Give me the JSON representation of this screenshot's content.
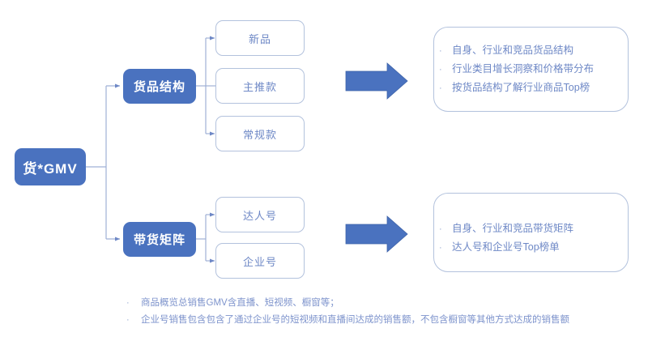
{
  "diagram": {
    "root": {
      "label": "货*GMV"
    },
    "branches": [
      {
        "label": "货品结构",
        "children": [
          {
            "label": "新品"
          },
          {
            "label": "主推款"
          },
          {
            "label": "常规款"
          }
        ],
        "arrow": "block-arrow-right",
        "panel": {
          "items": [
            "自身、行业和竞品货品结构",
            "行业类目增长洞察和价格带分布",
            "按货品结构了解行业商品Top榜"
          ]
        }
      },
      {
        "label": "带货矩阵",
        "children": [
          {
            "label": "达人号"
          },
          {
            "label": "企业号"
          }
        ],
        "arrow": "block-arrow-right",
        "panel": {
          "items": [
            "自身、行业和竞品带货矩阵",
            "达人号和企业号Top榜单"
          ]
        }
      }
    ]
  },
  "footnotes": [
    "商品概览总销售GMV含直播、短视频、橱窗等；",
    "企业号销售包含包含了通过企业号的短视频和直播间达成的销售额，不包含橱窗等其他方式达成的销售额"
  ],
  "bullet_glyph": "·",
  "colors": {
    "primary_fill": "#4A72BF",
    "leaf_border": "#B3C2DD",
    "leaf_text": "#6E88C6",
    "connector": "#8FA2CE",
    "panel_text": "#6E88C6",
    "footnote_text": "#7D93CC",
    "background": "#FFFFFF"
  }
}
